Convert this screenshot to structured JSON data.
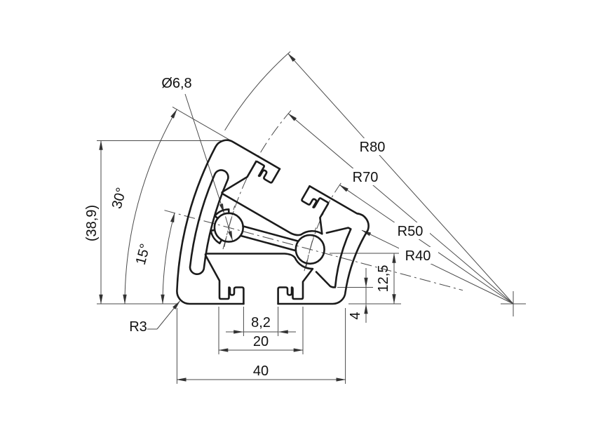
{
  "drawing": {
    "type": "technical-cross-section",
    "line_color": "#1b1b1b",
    "background": "#ffffff"
  },
  "dimensions": {
    "hole_diameter": "Ø6,8",
    "radius_outer": "R80",
    "radius_channel_outer": "R70",
    "radius_channel_inner": "R50",
    "radius_inner": "R40",
    "corner_radius": "R3",
    "angle_full": "30°",
    "angle_half": "15°",
    "height_ref": "(38,9)",
    "slot_depth": "12,5",
    "wall_thickness": "4",
    "slot_opening": "8,2",
    "slot_width": "20",
    "profile_width": "40"
  }
}
